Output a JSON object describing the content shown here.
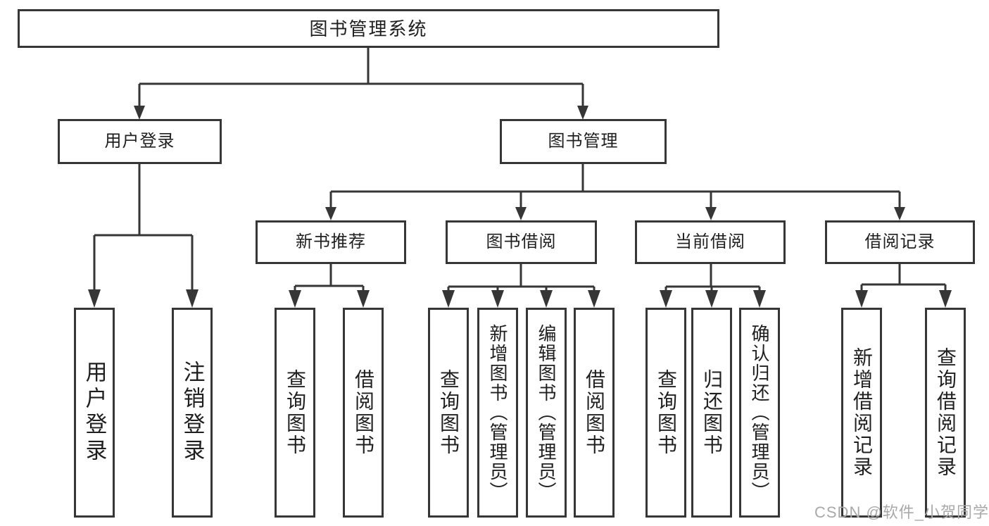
{
  "diagram": {
    "root": "图书管理系统",
    "user_branch": {
      "label": "用户登录",
      "children": [
        "用户登录",
        "注销登录"
      ]
    },
    "mgmt_branch": {
      "label": "图书管理",
      "groups": [
        {
          "label": "新书推荐",
          "children": [
            "查询图书",
            "借阅图书"
          ]
        },
        {
          "label": "图书借阅",
          "children": [
            "查询图书",
            "新增图书（管理员）",
            "编辑图书（管理员）",
            "借阅图书"
          ]
        },
        {
          "label": "当前借阅",
          "children": [
            "查询图书",
            "归还图书",
            "确认归还（管理员）"
          ]
        },
        {
          "label": "借阅记录",
          "children": [
            "新增借阅记录",
            "查询借阅记录"
          ]
        }
      ]
    }
  },
  "watermark": {
    "text": "CSDN @软件_小贺同学"
  },
  "colors": {
    "line": "#363636",
    "text": "#1f1f1f",
    "watermark_gray": "#a9a9a9",
    "background": "#ffffff"
  }
}
